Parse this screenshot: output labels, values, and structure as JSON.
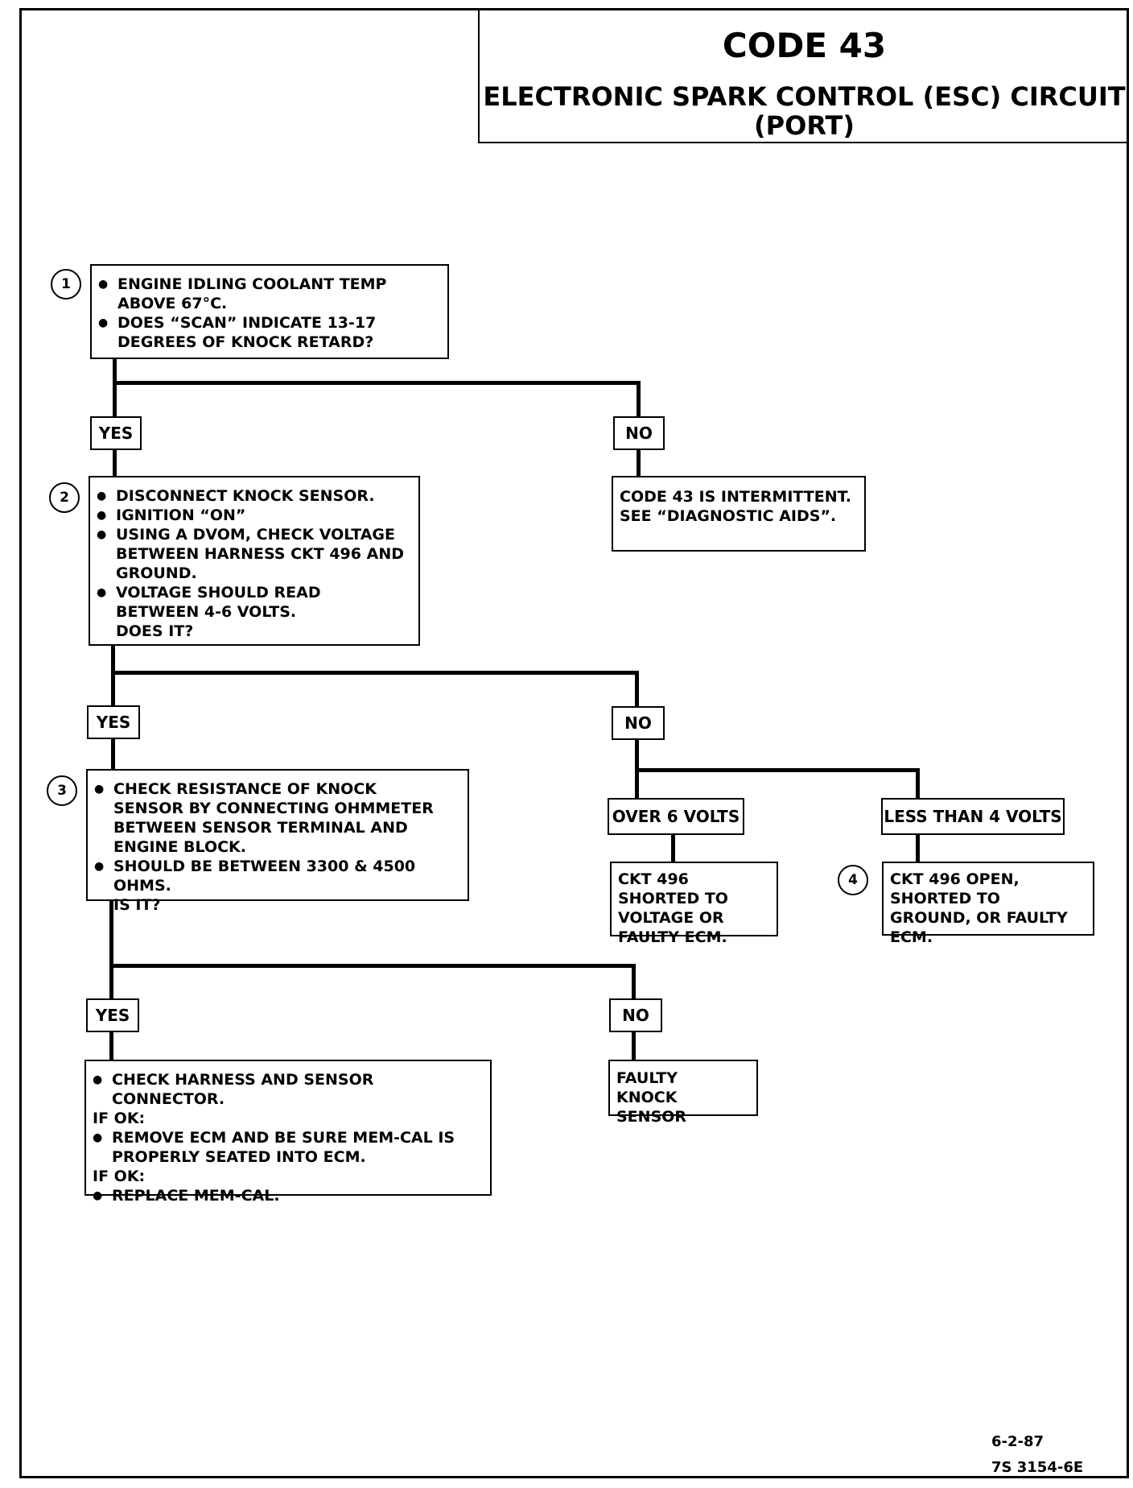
{
  "title": {
    "code": "CODE 43",
    "name_line1": "ELECTRONIC SPARK CONTROL (ESC) CIRCUIT",
    "name_line2": "(PORT)"
  },
  "steps": {
    "step1": {
      "number": "1",
      "bullets": [
        "ENGINE IDLING COOLANT TEMP ABOVE 67°C.",
        "DOES “SCAN” INDICATE 13-17 DEGREES OF KNOCK RETARD?"
      ],
      "yes": "YES",
      "no": "NO",
      "no_result": [
        "CODE 43 IS INTERMITTENT.",
        "SEE “DIAGNOSTIC AIDS”."
      ]
    },
    "step2": {
      "number": "2",
      "bullets": [
        "DISCONNECT KNOCK SENSOR.",
        "IGNITION “ON”",
        "USING A DVOM, CHECK VOLTAGE BETWEEN HARNESS CKT 496 AND GROUND.",
        "VOLTAGE SHOULD READ BETWEEN 4-6 VOLTS."
      ],
      "question": "DOES IT?",
      "yes": "YES",
      "no": "NO",
      "over_label": "OVER 6 VOLTS",
      "over_result": "CKT 496 SHORTED TO VOLTAGE OR FAULTY ECM.",
      "less_label": "LESS THAN 4 VOLTS",
      "less_step_number": "4",
      "less_result": "CKT 496 OPEN, SHORTED TO GROUND, OR FAULTY ECM."
    },
    "step3": {
      "number": "3",
      "bullets": [
        "CHECK RESISTANCE OF KNOCK SENSOR BY CONNECTING OHMMETER BETWEEN SENSOR TERMINAL AND ENGINE BLOCK.",
        "SHOULD BE BETWEEN 3300 & 4500 OHMS."
      ],
      "question": "IS IT?",
      "yes": "YES",
      "no": "NO",
      "no_result": "FAULTY KNOCK SENSOR"
    },
    "final": {
      "bullet1": "CHECK HARNESS AND SENSOR CONNECTOR.",
      "if_ok_1": "IF OK:",
      "bullet2": "REMOVE ECM AND BE SURE MEM-CAL IS PROPERLY SEATED INTO ECM.",
      "if_ok_2": "IF OK:",
      "bullet3": "REPLACE MEM-CAL."
    }
  },
  "footer": {
    "date": "6-2-87",
    "ref": "7S 3154-6E"
  }
}
